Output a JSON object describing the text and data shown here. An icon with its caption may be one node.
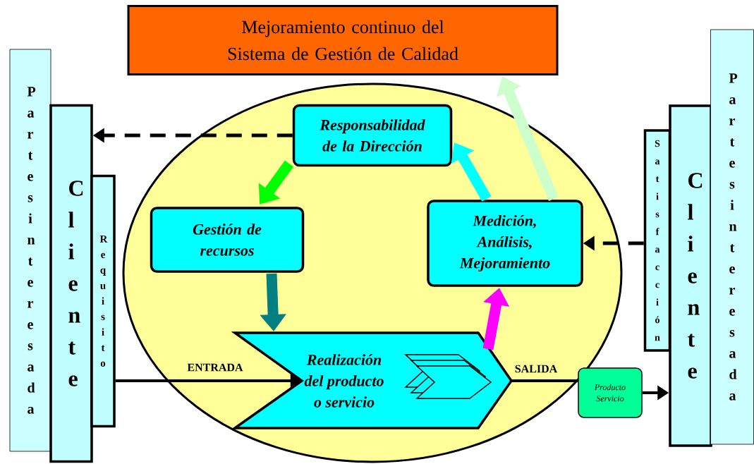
{
  "diagram": {
    "nodes": [
      {
        "text": [
          "Mejoramiento continuo del Sistema de Gestión de Calidad"
        ]
      },
      {
        "text": [
          "Partes interesada"
        ]
      },
      {
        "text": [
          "Cliente"
        ]
      },
      {
        "text": [
          "Requisito"
        ]
      },
      {
        "text": [
          "Responsabilidad de la Dirección"
        ]
      },
      {
        "text": [
          "Gestión de recursos"
        ]
      },
      {
        "text": [
          "Medición, Análisis, Mejoramiento"
        ]
      },
      {
        "text": [
          "Realización del producto o servicio"
        ]
      },
      {
        "text": [
          "Producto Servicio"
        ]
      },
      {
        "text": [
          "Satisfacción"
        ]
      },
      {
        "text": [
          "Cliente"
        ]
      },
      {
        "text": [
          "Partes interesada"
        ]
      }
    ],
    "edges": [
      {
        "from": 4,
        "to": 2,
        "arrow": "to",
        "style": "dashed"
      },
      {
        "from": 4,
        "to": 5,
        "arrow": "to",
        "style": "thick",
        "color": "#00ff00"
      },
      {
        "from": 5,
        "to": 7,
        "arrow": "to",
        "style": "thick",
        "color": "#008080"
      },
      {
        "from": 7,
        "to": 6,
        "arrow": "to",
        "style": "thick",
        "color": "#ff00ff"
      },
      {
        "from": 6,
        "to": 4,
        "arrow": "to",
        "style": "thick",
        "color": "#00ffff"
      },
      {
        "from": 6,
        "to": 0,
        "arrow": "to",
        "style": "thick",
        "color": "#ccffcc"
      },
      {
        "from": 9,
        "to": 6,
        "arrow": "to",
        "style": "dashed"
      },
      {
        "from": 3,
        "to": 7,
        "arrow": "to",
        "label": "ENTRADA"
      },
      {
        "from": 7,
        "to": 8,
        "arrow": "none",
        "label": "SALIDA"
      },
      {
        "from": 8,
        "to": 10,
        "arrow": "to"
      }
    ]
  }
}
